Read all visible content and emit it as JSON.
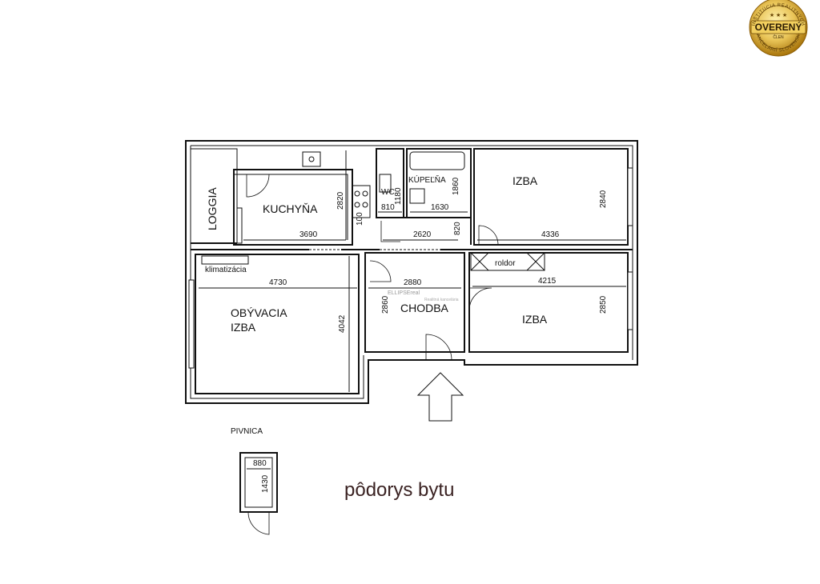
{
  "seal": {
    "main_text": "OVERENÝ",
    "sub_text": "ČLEN",
    "ring_top": "INŠTITÚCIA REALITNÝCH",
    "ring_bottom": "KANCELÁRIÍ SLOVENSKA",
    "colors": {
      "gold_light": "#f7dc73",
      "gold_dark": "#b8860b"
    }
  },
  "rooms": {
    "loggia": "LOGGIA",
    "kitchen": "KUCHYŇA",
    "wc": "WC",
    "bathroom": "KÚPEĽŇA",
    "bedroom_top": "IZBA",
    "living_line1": "OBÝVACIA",
    "living_line2": "IZBA",
    "hallway": "CHODBA",
    "bedroom_bottom": "IZBA",
    "cellar": "PIVNICA",
    "storage": "roldor",
    "ac": "klimatizácia"
  },
  "dimensions": {
    "kitchen_height": "2820",
    "kitchen_width": "3690",
    "wc_depth": "1180",
    "wc_width": "810",
    "bath_height": "1860",
    "bath_width": "1630",
    "hall_top_width": "2620",
    "hall_step": "820",
    "bedroom_top_width": "4336",
    "bedroom_top_height": "2840",
    "living_width": "4730",
    "living_height": "4042",
    "hallway_width": "2880",
    "hallway_height": "2860",
    "bedroom_bottom_width": "4215",
    "bedroom_bottom_height": "2850",
    "cellar_width": "880",
    "cellar_height": "1430",
    "kitchen_small": "100"
  },
  "watermark": {
    "brand": "ELLIPSEreal",
    "sub": "Realitná kancelária"
  },
  "caption": "pôdorys bytu"
}
